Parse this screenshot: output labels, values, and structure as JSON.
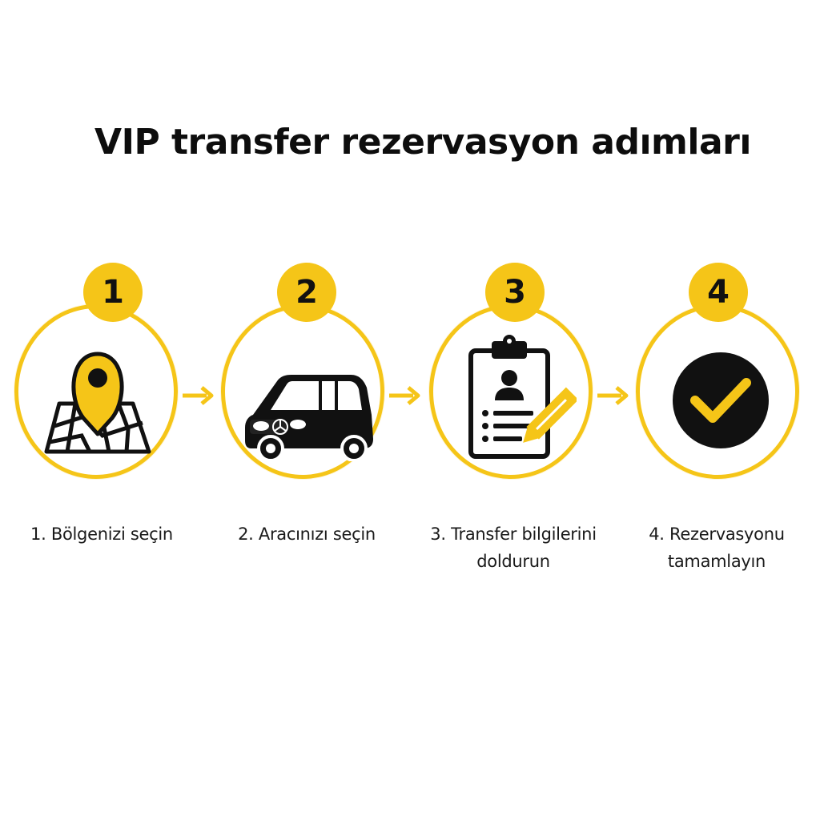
{
  "title": "VIP transfer rezervasyon adımları",
  "colors": {
    "accent": "#F5C518",
    "dark": "#111111",
    "background": "#ffffff"
  },
  "steps": [
    {
      "number": "1",
      "label": "1. Bölgenizi seçin",
      "icon": "map-pin-icon"
    },
    {
      "number": "2",
      "label": "2. Aracınızı seçin",
      "icon": "van-icon"
    },
    {
      "number": "3",
      "label": "3. Transfer bilgilerini doldurun",
      "icon": "clipboard-icon"
    },
    {
      "number": "4",
      "label": "4. Rezervasyonu tamamlayın",
      "icon": "checkmark-icon"
    }
  ]
}
